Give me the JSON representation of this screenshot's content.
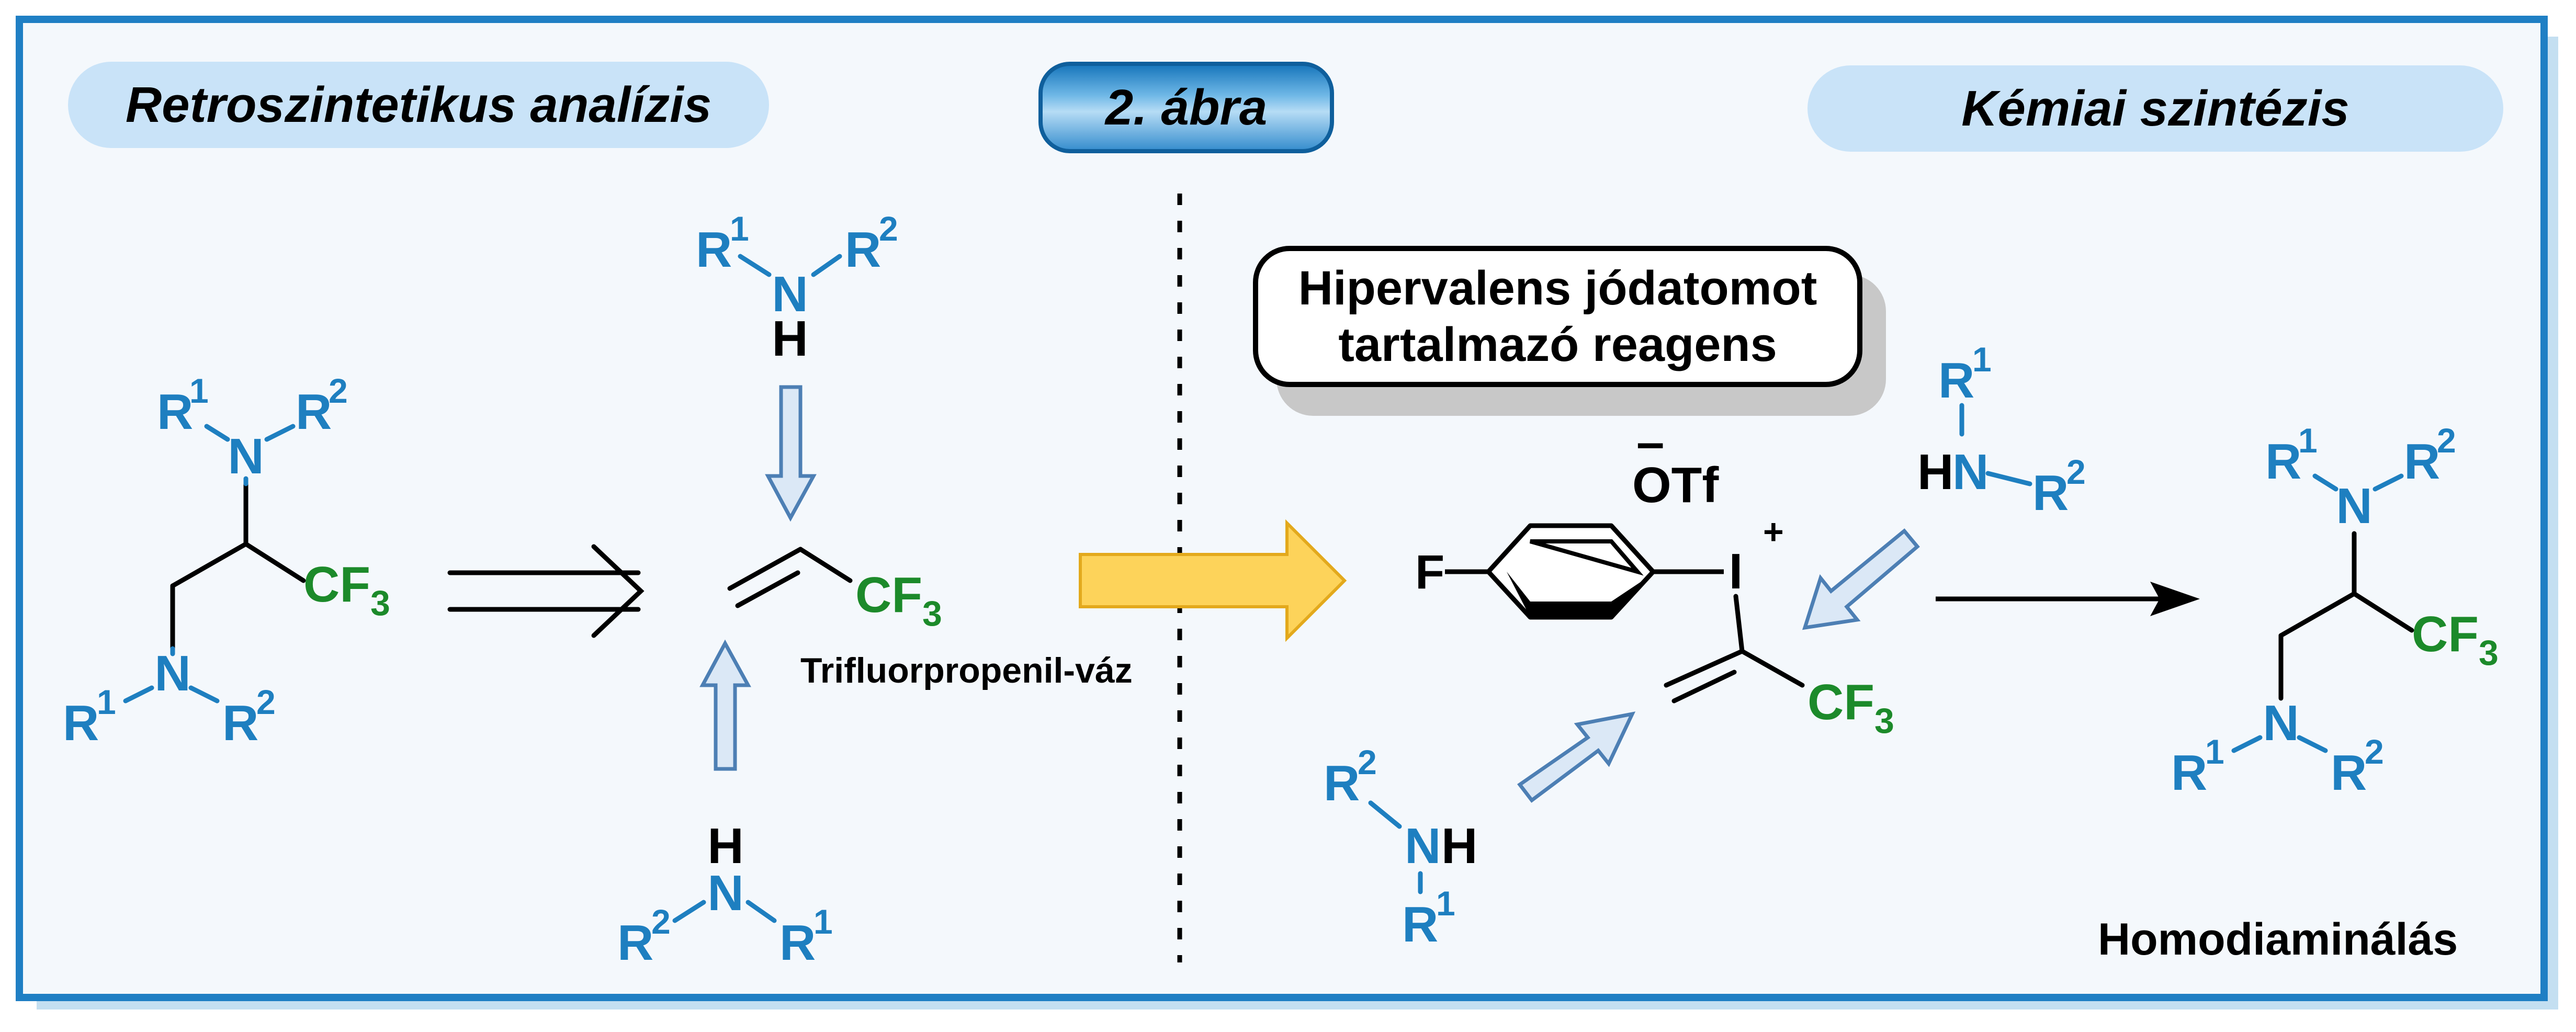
{
  "header": {
    "left_label": "Retroszintetikus analízis",
    "center_label": "2. ábra",
    "right_label": "Kémiai szintézis"
  },
  "reagent_box": {
    "line1": "Hipervalens jódatomot",
    "line2": "tartalmazó reagens"
  },
  "labels": {
    "scaffold": "Trifluorpropenil-váz",
    "reaction": "Homodiaminálás"
  },
  "atoms": {
    "N": "N",
    "H": "H",
    "HN": "HN",
    "F": "F",
    "I": "I",
    "plus": "+",
    "minus": "–",
    "OTf": "OTf",
    "CF": "CF",
    "sub3": "3",
    "R": "R",
    "sup1": "1",
    "sup2": "2"
  },
  "colors": {
    "frame": "#1f7fc4",
    "nitrogen_group": "#1e7fc0",
    "cf3": "#1c8a2a",
    "arrow_fill": "#dbe8f6",
    "arrow_stroke": "#4d7fb4",
    "yellow_arrow": "#fdd35a"
  }
}
